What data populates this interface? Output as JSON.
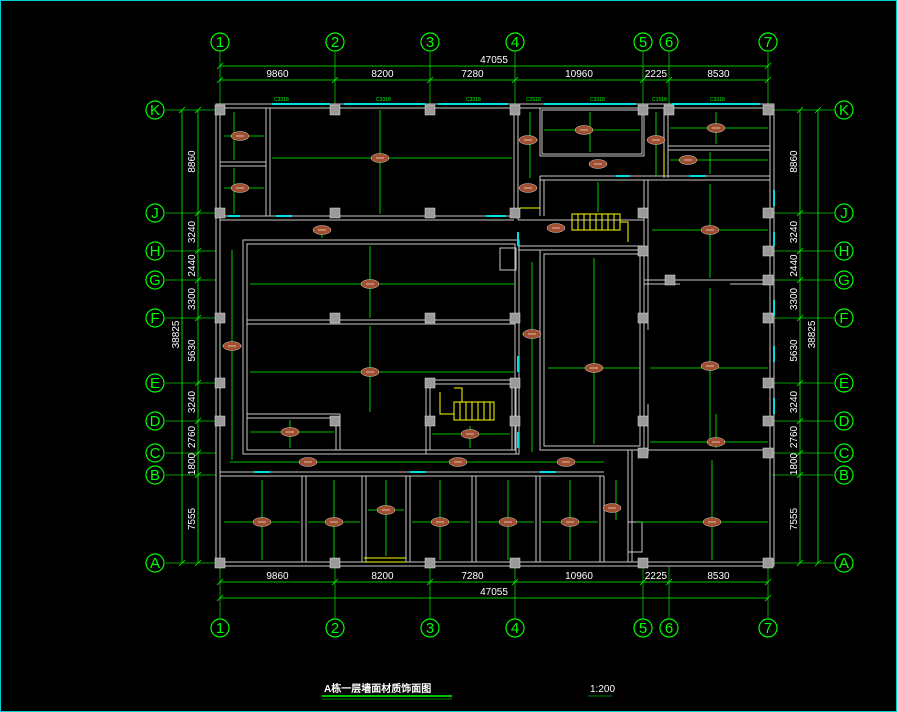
{
  "drawing": {
    "title": "A栋一层墙面材质饰面图",
    "scale": "1:200"
  },
  "colors": {
    "background": "#000000",
    "axis": "#00ff00",
    "wall": "#c8c8c8",
    "column": "#9a9a9a",
    "window": "#00e0e0",
    "stair": "#ffff00",
    "tag": "#a05030",
    "text": "#ffffff"
  },
  "axes": {
    "columns": [
      "1",
      "2",
      "3",
      "4",
      "5",
      "6",
      "7"
    ],
    "rows": [
      "K",
      "J",
      "H",
      "G",
      "F",
      "E",
      "D",
      "C",
      "B",
      "A"
    ]
  },
  "dimensions": {
    "horizontal_total": "47055",
    "horizontal_segments": [
      "9860",
      "8200",
      "7280",
      "10960",
      "2225",
      "8530"
    ],
    "vertical_total": "38825",
    "vertical_segments": [
      "8860",
      "3240",
      "2440",
      "3300",
      "5630",
      "3240",
      "2760",
      "1800",
      "7555"
    ]
  }
}
